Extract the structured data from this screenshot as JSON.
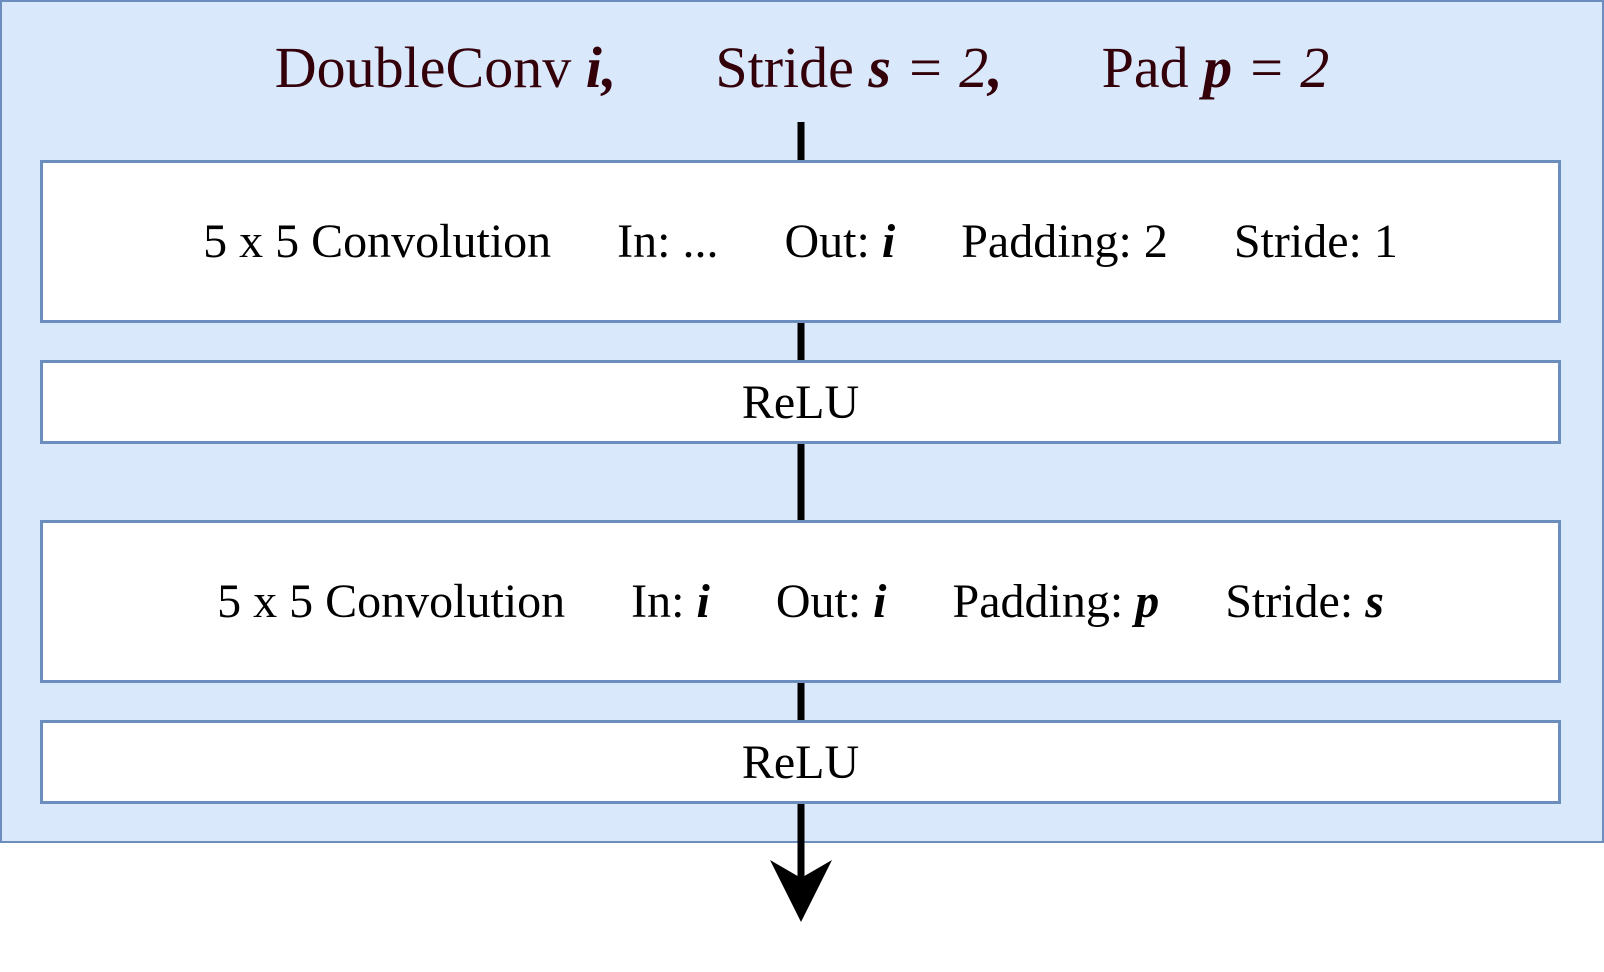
{
  "title": {
    "name": "DoubleConv",
    "name_var": "i,",
    "stride_label": "Stride",
    "stride_expr": "s = 2,",
    "pad_label": "Pad",
    "pad_expr": "p = 2"
  },
  "layers": [
    {
      "name": "5 x 5 Convolution",
      "in_label": "In:",
      "in_value": "...",
      "out_label": "Out:",
      "out_value": "i",
      "padding_label": "Padding:",
      "padding_value": "2",
      "stride_label": "Stride:",
      "stride_value": "1"
    },
    {
      "name": "ReLU"
    },
    {
      "name": "5 x 5 Convolution",
      "in_label": "In:",
      "in_value": "i",
      "out_label": "Out:",
      "out_value": "i",
      "padding_label": "Padding:",
      "padding_value": "p",
      "stride_label": "Stride:",
      "stride_value": "s"
    },
    {
      "name": "ReLU"
    }
  ],
  "colors": {
    "block_fill": "#dae8fc",
    "block_border": "#6c8ebf",
    "title_text": "#33000a",
    "layer_fill": "#ffffff",
    "arrow": "#000000"
  }
}
